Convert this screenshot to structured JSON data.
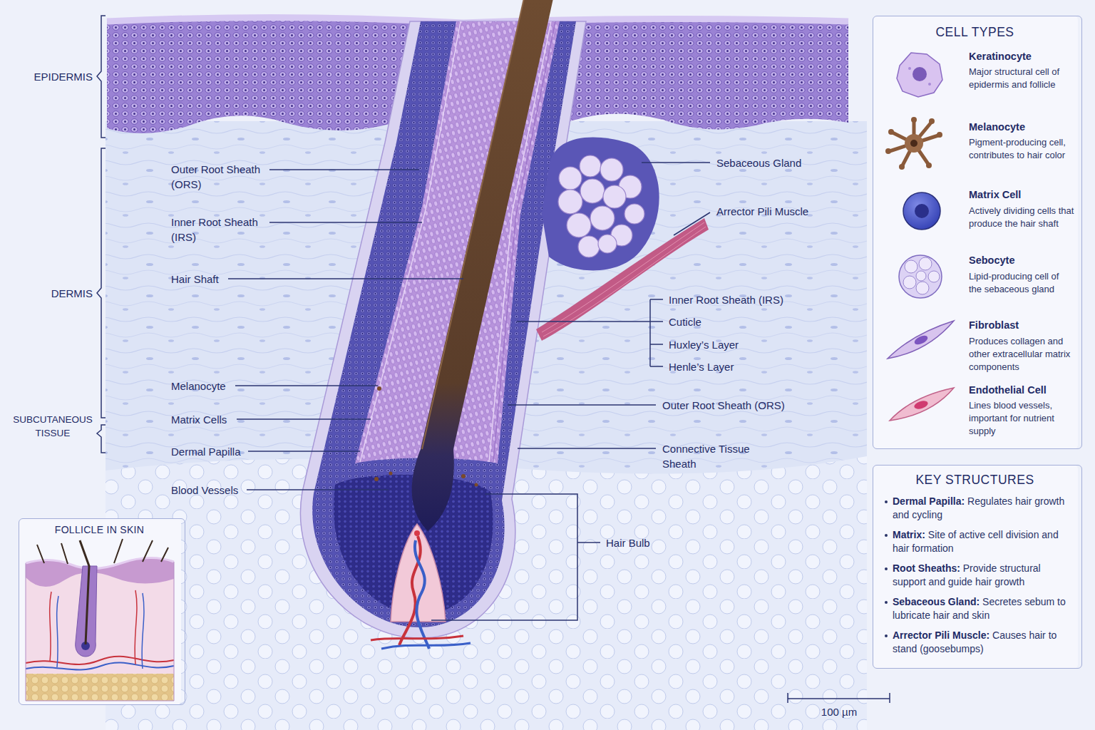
{
  "diagram": {
    "nodes": [
      {
        "text": [
          "CELL TYPES",
          "Keratinocyte",
          "Major structural cell of epidermis and follicle",
          "Melanocyte",
          "Pigment-producing cell, contributes to hair color",
          "Matrix Cell",
          "Actively dividing cells that produce the hair shaft",
          "Sebocyte",
          "Lipid-producing cell of the sebaceous gland",
          "Fibroblast",
          "Produces collagen and other extracellular matrix components",
          "Endothelial Cell",
          "Lines blood vessels, important for nutrient supply"
        ]
      },
      {
        "text": [
          "KEY STRUCTURES",
          "Dermal Papilla:",
          "Regulates hair growth and cycling",
          "Matrix:",
          "Site of active cell division and hair formation",
          "Root Sheaths:",
          "Provide structural support and guide hair growth",
          "Sebaceous Gland:",
          "Secretes sebum to lubricate hair and skin",
          "Arrector Pili Muscle:",
          "Causes hair to stand (goosebumps)"
        ]
      },
      {
        "text": [
          "FOLLICLE IN SKIN"
        ]
      }
    ],
    "labels": [
      "EPIDERMIS",
      "DERMIS",
      "SUBCUTANEOUS TISSUE",
      "Outer Root Sheath (ORS)",
      "Inner Root Sheath (IRS)",
      "Hair Shaft",
      "Melanocyte",
      "Matrix Cells",
      "Dermal Papilla",
      "Blood Vessels",
      "Sebaceous Gland",
      "Arrector Pili Muscle",
      "Inner Root Sheath (IRS)",
      "Cuticle",
      "Huxley’s Layer",
      "Henle’s Layer",
      "Outer Root Sheath (ORS)",
      "Connective Tissue Sheath",
      "Hair Bulb",
      "100 µm"
    ]
  }
}
